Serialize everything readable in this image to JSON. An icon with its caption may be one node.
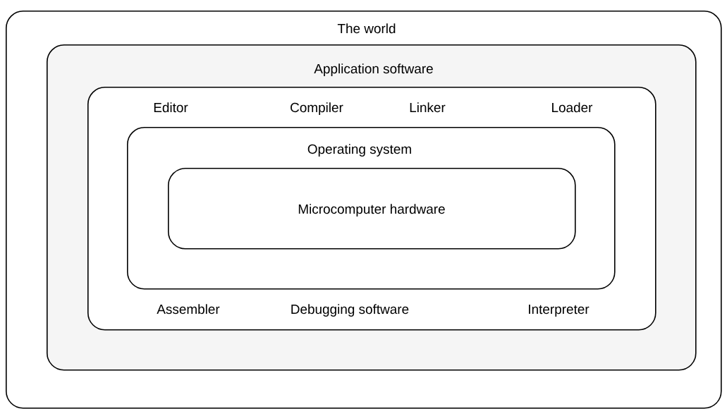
{
  "diagram": {
    "nodes": [
      {
        "text": [
          "The world"
        ]
      },
      {
        "text": [
          "Application software"
        ],
        "in": 0
      },
      {
        "text": [
          "Editor",
          "Compiler",
          "Linker",
          "Loader",
          "Assembler",
          "Debugging software",
          "Interpreter"
        ],
        "in": 1
      },
      {
        "text": [
          "Operating system"
        ],
        "in": 2
      },
      {
        "text": [
          "Microcomputer hardware"
        ],
        "in": 3
      }
    ]
  }
}
